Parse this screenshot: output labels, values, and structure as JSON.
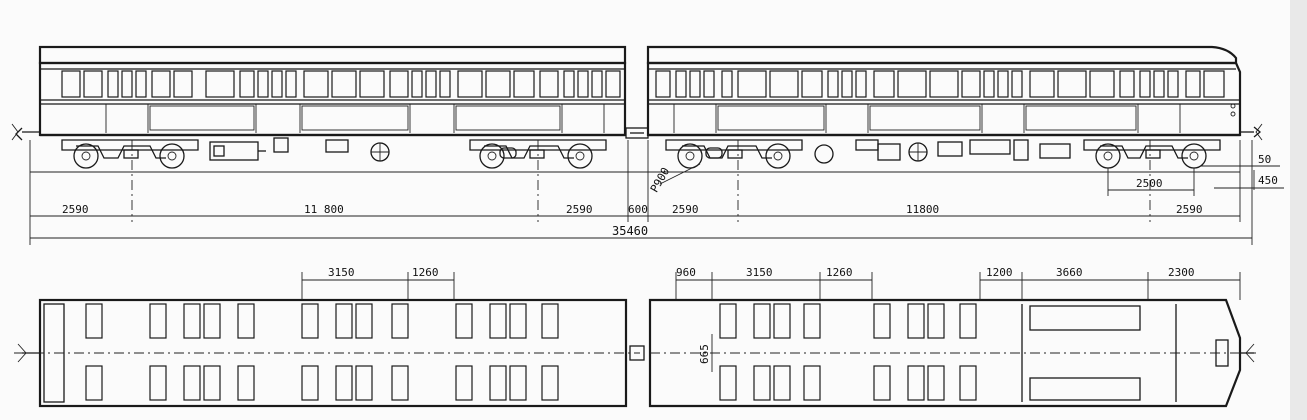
{
  "side_view": {
    "bogie_offset_car1_left": "2590",
    "bogie_centers_car1": "11 800",
    "bogie_offset_car1_right": "2590",
    "coupling_gap": "600",
    "bogie_offset_car2_left": "2590",
    "bogie_centers_car2": "11800",
    "bogie_offset_car2_right": "2590",
    "overall_length": "35460",
    "bogie_wheelbase": "2500",
    "height_small": "50",
    "height_rail": "450",
    "wheel_diameter": "P900"
  },
  "plan_view": {
    "car1_window_bay": "3150",
    "car1_door_width": "1260",
    "car2_end_offset": "960",
    "car2_window_bay": "3150",
    "car2_door_width": "1260",
    "car2_door_width_2": "1200",
    "car2_compartment_length": "3660",
    "car2_cab_length": "2300",
    "car2_track_gauge": "665"
  }
}
